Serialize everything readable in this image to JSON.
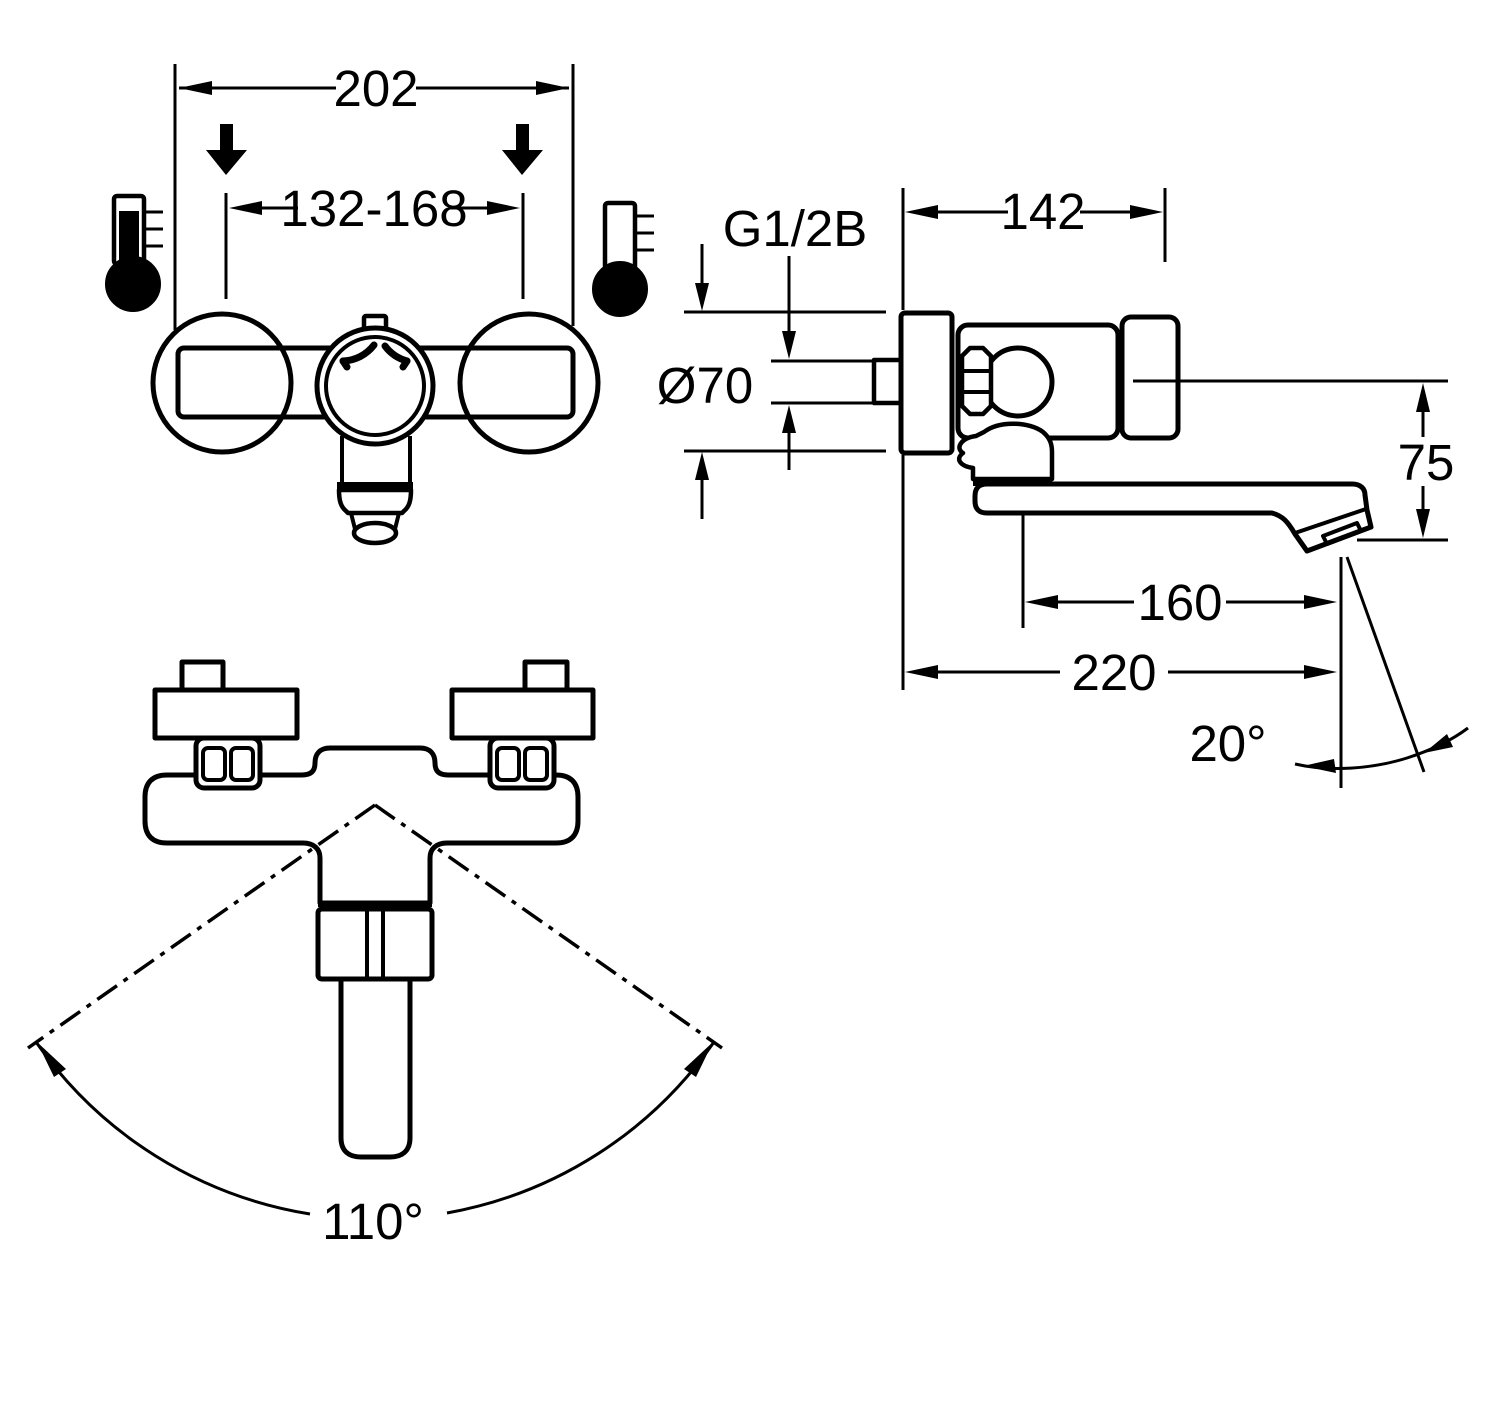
{
  "drawing": {
    "type": "technical-dimension-drawing",
    "subject": "wall-mounted-mixer-tap",
    "colors": {
      "line": "#000000",
      "background": "#ffffff"
    },
    "front_view": {
      "overall_width": "202",
      "connection_spacing": "132-168"
    },
    "side_view": {
      "thread_label": "G1/2B",
      "flange_diameter": "Ø70",
      "depth": "142",
      "outlet_height": "75",
      "spout_reach": "160",
      "overall_reach": "220",
      "spout_angle": "20°"
    },
    "top_view": {
      "swivel_angle": "110°"
    },
    "icons": {
      "hot": "thermometer-hot-icon",
      "cold": "thermometer-cold-icon",
      "inlet_left": "down-arrow-icon",
      "inlet_right": "down-arrow-icon"
    }
  }
}
